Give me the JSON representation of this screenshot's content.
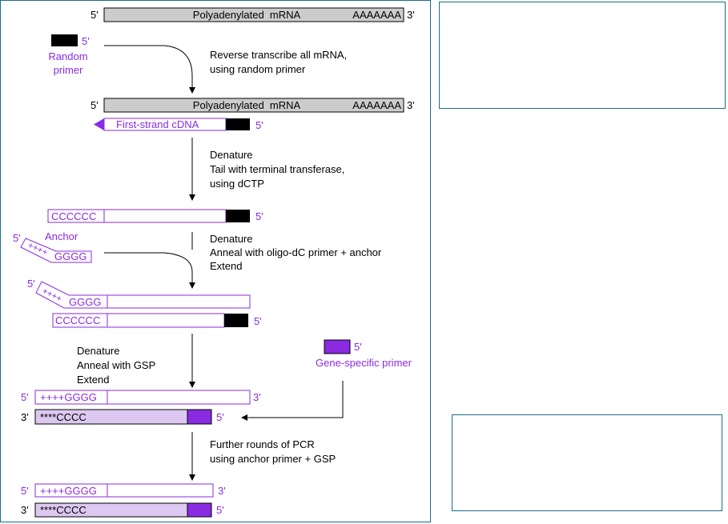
{
  "colors": {
    "purple": "#8a2be2",
    "black": "#000000",
    "gray_fill": "#cccccc",
    "lavender": "#dcc8f0",
    "gsp_fill": "#8a2be2",
    "border_teal": "#1a6e8a"
  },
  "labels": {
    "five_prime": "5'",
    "three_prime": "3'",
    "mrna": "Polyadenylated  mRNA",
    "polya": "AAAAAAA",
    "random_primer_line1": "Random",
    "random_primer_line2": "primer",
    "first_strand": "First-strand cDNA",
    "cccccc": "CCCCCC",
    "anchor": "Anchor",
    "anchor_plus": "++++",
    "gggg": "GGGG",
    "plus_gggg": "++++GGGG",
    "star_cccc": "****CCCC",
    "gsp_label": "Gene-specific primer"
  },
  "steps": {
    "step1": [
      "Reverse transcribe all mRNA,",
      "using random primer"
    ],
    "step2": [
      "Denature",
      "Tail with terminal transferase,",
      "using dCTP"
    ],
    "step3": [
      "Denature",
      "Anneal with oligo-dC primer + anchor",
      "Extend"
    ],
    "step4": [
      "Denature",
      "Anneal with GSP",
      "Extend"
    ],
    "step5": [
      "Further rounds of PCR",
      "using anchor primer + GSP"
    ]
  }
}
